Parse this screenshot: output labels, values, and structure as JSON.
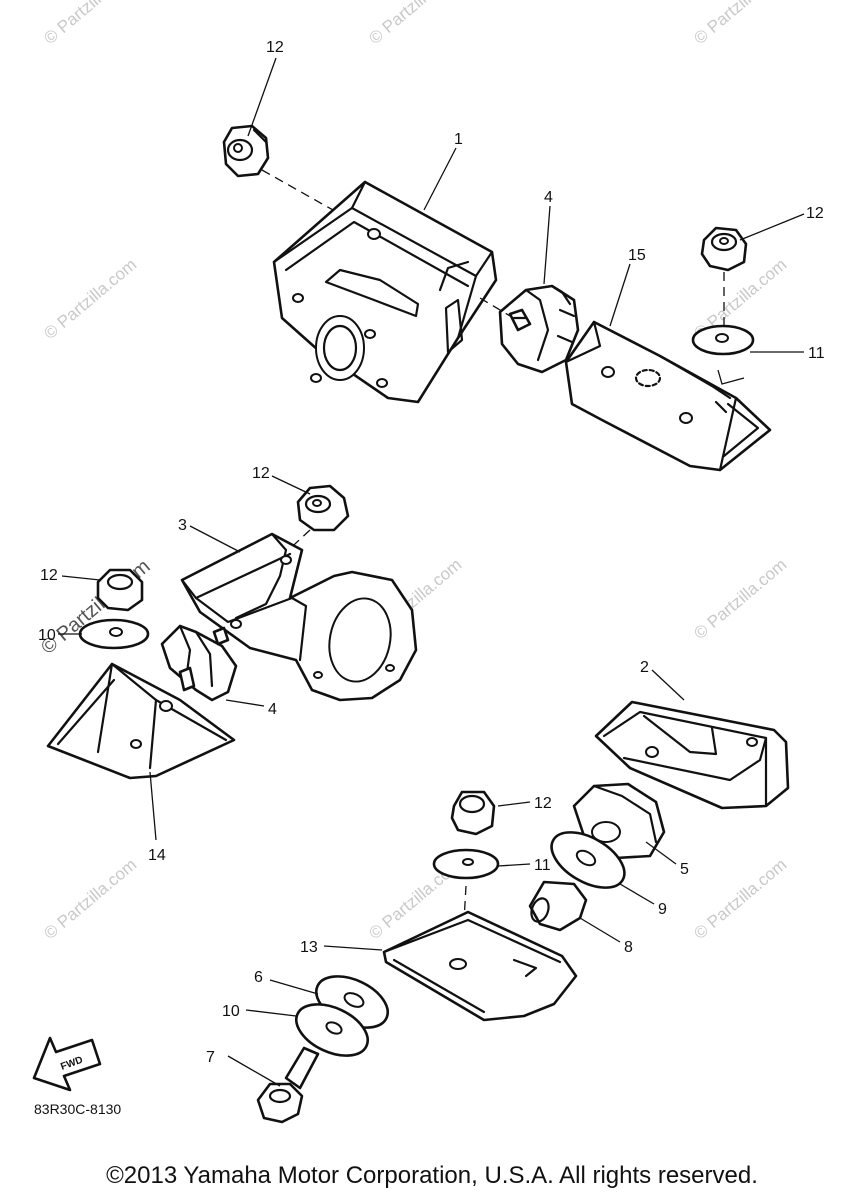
{
  "diagram": {
    "callouts": {
      "c1": "1",
      "c2": "2",
      "c3": "3",
      "c4a": "4",
      "c4b": "4",
      "c5": "5",
      "c6": "6",
      "c7": "7",
      "c8": "8",
      "c9": "9",
      "c10a": "10",
      "c10b": "10",
      "c11a": "11",
      "c11b": "11",
      "c12a": "12",
      "c12b": "12",
      "c12c": "12",
      "c12d": "12",
      "c12e": "12",
      "c13": "13",
      "c14": "14",
      "c15": "15"
    },
    "diagram_code": "83R30C-8130",
    "direction_label": "FWD",
    "watermark": "© Partzilla.com"
  },
  "footer": {
    "copyright": "©2013 Yamaha Motor Corporation, U.S.A. All rights reserved."
  },
  "colors": {
    "line": "#111111",
    "watermark": "#c9c9c9",
    "background": "#ffffff"
  }
}
